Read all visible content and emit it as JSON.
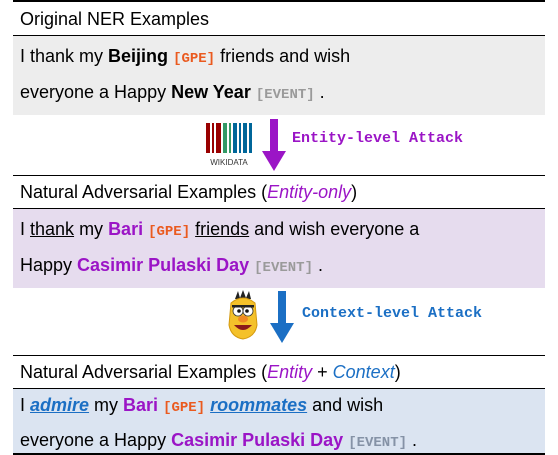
{
  "colors": {
    "entity_purple": "#9b15c6",
    "tag_orange": "#ea5a1f",
    "tag_grey": "#9a9a9a",
    "context_blue": "#1b6fc4",
    "box_grey": "#ededed",
    "box_lilac": "#e6dcee",
    "box_blue": "#dbe4f1"
  },
  "original": {
    "header": "Original NER Examples",
    "line1": {
      "t1": "I thank my ",
      "entity1": "Beijing",
      "tag1": "[GPE]",
      "t2": " friends and wish"
    },
    "line2": {
      "t1": "everyone a Happy ",
      "entity2": "New Year",
      "tag2": "[EVENT]",
      "t2": " ."
    }
  },
  "entity_attack": {
    "label": "Entity-level Attack",
    "logo_text": "WIKIDATA",
    "icon": "wikidata-logo"
  },
  "entity_only": {
    "header_prefix": "Natural Adversarial Examples (",
    "header_mode": "Entity-only",
    "header_suffix": ")",
    "line1": {
      "t1": "I ",
      "w1": "thank",
      "t2": " my ",
      "entity1": "Bari",
      "tag1": "[GPE]",
      "t3": " ",
      "w2": "friends",
      "t4": " and wish everyone a"
    },
    "line2": {
      "t1": "Happy ",
      "entity2": "Casimir Pulaski Day",
      "tag2": "[EVENT]",
      "t2": " ."
    }
  },
  "context_attack": {
    "label": "Context-level Attack",
    "icon": "bert-muppet-icon"
  },
  "entity_context": {
    "header_prefix": "Natural Adversarial Examples (",
    "header_mode1": "Entity",
    "header_plus": " + ",
    "header_mode2": "Context",
    "header_suffix": ")",
    "line1": {
      "t1": "I ",
      "w1": "admire",
      "t2": " my ",
      "entity1": "Bari",
      "tag1": "[GPE]",
      "t3": " ",
      "w2": "roommates",
      "t4": " and wish"
    },
    "line2": {
      "t1": "everyone a Happy ",
      "entity2": "Casimir Pulaski Day",
      "tag2": "[EVENT]",
      "t2": " ."
    }
  }
}
